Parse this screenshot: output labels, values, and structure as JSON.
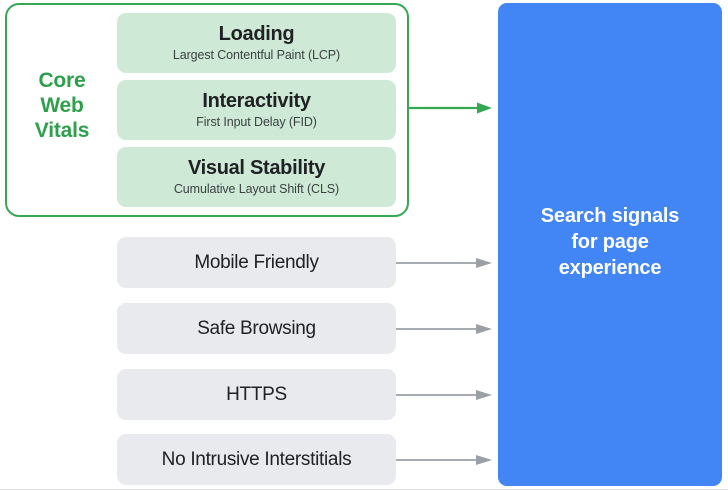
{
  "diagram": {
    "group": {
      "label": "Core\nWeb\nVitals",
      "label_line1": "Core",
      "label_line2": "Web",
      "label_line3": "Vitals",
      "border_color": "#34A853",
      "label_color": "#2EA04D"
    },
    "core_web_vitals": [
      {
        "title": "Loading",
        "subtitle": "Largest Contentful Paint (LCP)",
        "fill_color": "#CEEAD6"
      },
      {
        "title": "Interactivity",
        "subtitle": "First Input Delay (FID)",
        "fill_color": "#CEEAD6"
      },
      {
        "title": "Visual Stability",
        "subtitle": "Cumulative Layout Shift (CLS)",
        "fill_color": "#CEEAD6"
      }
    ],
    "other_signals": [
      {
        "title": "Mobile Friendly",
        "fill_color": "#E8EAED"
      },
      {
        "title": "Safe Browsing",
        "fill_color": "#E8EAED"
      },
      {
        "title": "HTTPS",
        "fill_color": "#E8EAED"
      },
      {
        "title": "No Intrusive Interstitials",
        "fill_color": "#E8EAED"
      }
    ],
    "arrows": {
      "group_arrow_color": "#34A853",
      "signal_arrow_color": "#9AA0A6"
    },
    "target": {
      "line1": "Search signals",
      "line2": "for page",
      "line3": "experience",
      "fill_color": "#4285F4",
      "text_color": "#FFFFFF"
    }
  }
}
